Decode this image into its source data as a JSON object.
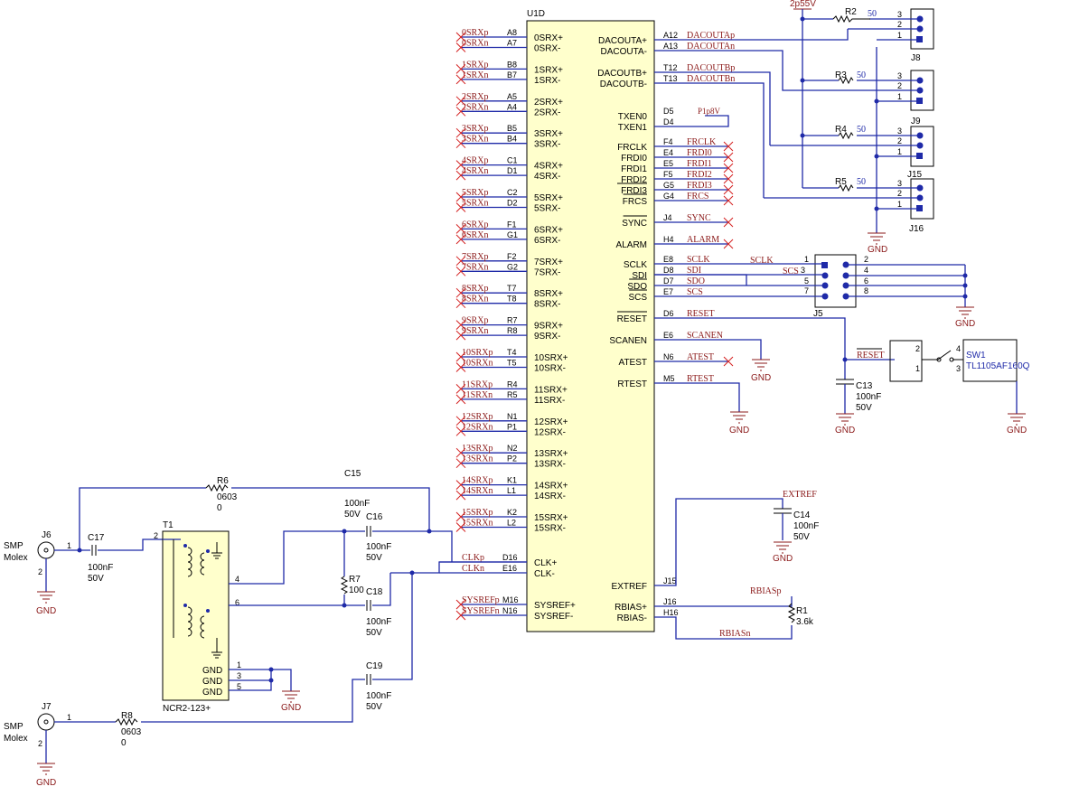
{
  "u1": {
    "ref": "U1D",
    "left_pins": [
      {
        "num": "A8",
        "name": "0SRX+",
        "net": "0SRXp"
      },
      {
        "num": "A7",
        "name": "0SRX-",
        "net": "0SRXn"
      },
      {
        "num": "B8",
        "name": "1SRX+",
        "net": "1SRXp"
      },
      {
        "num": "B7",
        "name": "1SRX-",
        "net": "1SRXn"
      },
      {
        "num": "A5",
        "name": "2SRX+",
        "net": "2SRXp"
      },
      {
        "num": "A4",
        "name": "2SRX-",
        "net": "2SRXn"
      },
      {
        "num": "B5",
        "name": "3SRX+",
        "net": "3SRXp"
      },
      {
        "num": "B4",
        "name": "3SRX-",
        "net": "3SRXn"
      },
      {
        "num": "C1",
        "name": "4SRX+",
        "net": "4SRXp"
      },
      {
        "num": "D1",
        "name": "4SRX-",
        "net": "4SRXn"
      },
      {
        "num": "C2",
        "name": "5SRX+",
        "net": "5SRXp"
      },
      {
        "num": "D2",
        "name": "5SRX-",
        "net": "5SRXn"
      },
      {
        "num": "F1",
        "name": "6SRX+",
        "net": "6SRXp"
      },
      {
        "num": "G1",
        "name": "6SRX-",
        "net": "6SRXn"
      },
      {
        "num": "F2",
        "name": "7SRX+",
        "net": "7SRXp"
      },
      {
        "num": "G2",
        "name": "7SRX-",
        "net": "7SRXn"
      },
      {
        "num": "T7",
        "name": "8SRX+",
        "net": "8SRXp"
      },
      {
        "num": "T8",
        "name": "8SRX-",
        "net": "8SRXn"
      },
      {
        "num": "R7",
        "name": "9SRX+",
        "net": "9SRXp"
      },
      {
        "num": "R8",
        "name": "9SRX-",
        "net": "9SRXn"
      },
      {
        "num": "T4",
        "name": "10SRX+",
        "net": "10SRXp"
      },
      {
        "num": "T5",
        "name": "10SRX-",
        "net": "10SRXn"
      },
      {
        "num": "R4",
        "name": "11SRX+",
        "net": "11SRXp"
      },
      {
        "num": "R5",
        "name": "11SRX-",
        "net": "11SRXn"
      },
      {
        "num": "N1",
        "name": "12SRX+",
        "net": "12SRXp"
      },
      {
        "num": "P1",
        "name": "12SRX-",
        "net": "12SRXn"
      },
      {
        "num": "N2",
        "name": "13SRX+",
        "net": "13SRXp"
      },
      {
        "num": "P2",
        "name": "13SRX-",
        "net": "13SRXn"
      },
      {
        "num": "K1",
        "name": "14SRX+",
        "net": "14SRXp"
      },
      {
        "num": "L1",
        "name": "14SRX-",
        "net": "14SRXn"
      },
      {
        "num": "K2",
        "name": "15SRX+",
        "net": "15SRXp"
      },
      {
        "num": "L2",
        "name": "15SRX-",
        "net": "15SRXn"
      }
    ],
    "clk_pins": [
      {
        "num": "D16",
        "name": "CLK+",
        "net": "CLKp"
      },
      {
        "num": "E16",
        "name": "CLK-",
        "net": "CLKn"
      }
    ],
    "sysref_pins": [
      {
        "num": "M16",
        "name": "SYSREF+",
        "net": "SYSREFp"
      },
      {
        "num": "N16",
        "name": "SYSREF-",
        "net": "SYSREFn"
      }
    ],
    "right_pins": [
      {
        "num": "A12",
        "name": "DACOUTA+",
        "net": "DACOUTAp"
      },
      {
        "num": "A13",
        "name": "DACOUTA-",
        "net": "DACOUTAn"
      },
      {
        "num": "T12",
        "name": "DACOUTB+",
        "net": "DACOUTBp"
      },
      {
        "num": "T13",
        "name": "DACOUTB-",
        "net": "DACOUTBn"
      },
      {
        "num": "D5",
        "name": "TXEN0",
        "net": "P1p8V"
      },
      {
        "num": "D4",
        "name": "TXEN1",
        "net": ""
      },
      {
        "num": "F4",
        "name": "FRCLK",
        "net": "FRCLK"
      },
      {
        "num": "E4",
        "name": "FRDI0",
        "net": "FRDI0"
      },
      {
        "num": "E5",
        "name": "FRDI1",
        "net": "FRDI1"
      },
      {
        "num": "F5",
        "name": "FRDI2",
        "net": "FRDI2"
      },
      {
        "num": "G5",
        "name": "FRDI3",
        "net": "FRDI3"
      },
      {
        "num": "G4",
        "name": "FRCS",
        "net": "FRCS"
      },
      {
        "num": "J4",
        "name": "SYNC",
        "net": "SYNC"
      },
      {
        "num": "H4",
        "name": "ALARM",
        "net": "ALARM"
      },
      {
        "num": "E8",
        "name": "SCLK",
        "net": "SCLK"
      },
      {
        "num": "D8",
        "name": "SDI",
        "net": "SDI"
      },
      {
        "num": "D7",
        "name": "SDO",
        "net": "SDO"
      },
      {
        "num": "E7",
        "name": "SCS",
        "net": "SCS"
      },
      {
        "num": "D6",
        "name": "RESET",
        "net": "RESET"
      },
      {
        "num": "E6",
        "name": "SCANEN",
        "net": "SCANEN"
      },
      {
        "num": "N6",
        "name": "ATEST",
        "net": "ATEST"
      },
      {
        "num": "M5",
        "name": "RTEST",
        "net": "RTEST"
      },
      {
        "num": "J15",
        "name": "EXTREF",
        "net": ""
      },
      {
        "num": "J16",
        "name": "RBIAS+",
        "net": ""
      },
      {
        "num": "H16",
        "name": "RBIAS-",
        "net": ""
      }
    ]
  },
  "power": {
    "rail": "2p55V",
    "gnd": "GND"
  },
  "headers": {
    "j8": "J8",
    "j9": "J9",
    "j15": "J15",
    "j16": "J16",
    "j5": "J5",
    "pin1": "1",
    "pin2": "2",
    "pin3": "3",
    "pin4": "4",
    "pin5": "5",
    "pin6": "6",
    "pin7": "7",
    "pin8": "8",
    "j5_sclk": "SCLK",
    "j5_scs": "SCS"
  },
  "resistors": {
    "r2": "R2",
    "r3": "R3",
    "r4": "R4",
    "r5": "R5",
    "val50": "50",
    "r1": "R1",
    "r1v": "3.6k",
    "r6": "R6",
    "r6v": "0603",
    "r6v2": "0",
    "r7": "R7",
    "r7v": "100",
    "r8": "R8",
    "r8v": "0603",
    "r8v2": "0"
  },
  "caps": {
    "c13": "C13",
    "c14": "C14",
    "c15": "C15",
    "c16": "C16",
    "c17": "C17",
    "c18": "C18",
    "c19": "C19",
    "v100n": "100nF",
    "v50": "50V"
  },
  "nets": {
    "extref": "EXTREF",
    "rbiasp": "RBIASp",
    "rbiasn": "RBIASn",
    "reset_bar": "RESET"
  },
  "sw1": {
    "ref": "SW1",
    "part": "TL1105AF160Q",
    "p1": "1",
    "p2": "2",
    "p3": "3",
    "p4": "4"
  },
  "t1": {
    "ref": "T1",
    "part": "NCR2-123+",
    "p1": "1",
    "p2": "2",
    "p3": "3",
    "p4": "4",
    "p5": "5",
    "p6": "6",
    "gnd": "GND"
  },
  "j6": {
    "ref": "J6",
    "type": "SMP",
    "mfr": "Molex",
    "p1": "1",
    "p2": "2"
  },
  "j7": {
    "ref": "J7",
    "type": "SMP",
    "mfr": "Molex",
    "p1": "1",
    "p2": "2"
  }
}
